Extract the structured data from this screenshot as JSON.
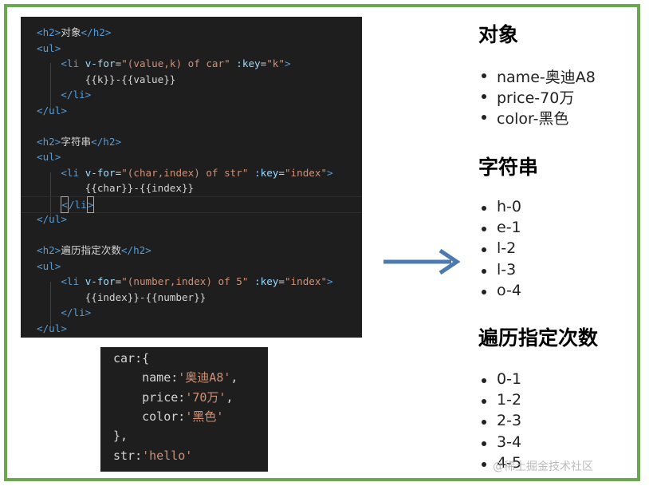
{
  "editor": {
    "lines": [
      [
        {
          "c": "tag",
          "t": "<h2>"
        },
        {
          "c": "txt",
          "t": "对象"
        },
        {
          "c": "tag",
          "t": "</h2>"
        }
      ],
      [
        {
          "c": "tag",
          "t": "<ul>"
        }
      ],
      [
        {
          "c": "txt",
          "t": "    "
        },
        {
          "c": "tag",
          "t": "<li "
        },
        {
          "c": "attr",
          "t": "v-for"
        },
        {
          "c": "txt",
          "t": "="
        },
        {
          "c": "str",
          "t": "\"(value,k) of car\""
        },
        {
          "c": "txt",
          "t": " "
        },
        {
          "c": "attr",
          "t": ":key"
        },
        {
          "c": "txt",
          "t": "="
        },
        {
          "c": "str",
          "t": "\"k\""
        },
        {
          "c": "tag",
          "t": ">"
        }
      ],
      [
        {
          "c": "txt",
          "t": "        {{k}}-{{value}}"
        }
      ],
      [
        {
          "c": "txt",
          "t": "    "
        },
        {
          "c": "tag",
          "t": "</li>"
        }
      ],
      [
        {
          "c": "tag",
          "t": "</ul>"
        }
      ],
      [],
      [
        {
          "c": "tag",
          "t": "<h2>"
        },
        {
          "c": "txt",
          "t": "字符串"
        },
        {
          "c": "tag",
          "t": "</h2>"
        }
      ],
      [
        {
          "c": "tag",
          "t": "<ul>"
        }
      ],
      [
        {
          "c": "txt",
          "t": "    "
        },
        {
          "c": "tag",
          "t": "<li "
        },
        {
          "c": "attr",
          "t": "v-for"
        },
        {
          "c": "txt",
          "t": "="
        },
        {
          "c": "str",
          "t": "\"(char,index) of str\""
        },
        {
          "c": "txt",
          "t": " "
        },
        {
          "c": "attr",
          "t": ":key"
        },
        {
          "c": "txt",
          "t": "="
        },
        {
          "c": "str",
          "t": "\"index\""
        },
        {
          "c": "tag",
          "t": ">"
        }
      ],
      [
        {
          "c": "txt",
          "t": "        {{char}}-{{index}}"
        }
      ],
      [
        {
          "c": "txt",
          "t": "    "
        },
        {
          "c": "cursor",
          "t": "<"
        },
        {
          "c": "tag",
          "t": "/li"
        },
        {
          "c": "cursor",
          "t": ">"
        }
      ],
      [
        {
          "c": "tag",
          "t": "</ul>"
        }
      ],
      [],
      [
        {
          "c": "tag",
          "t": "<h2>"
        },
        {
          "c": "txt",
          "t": "遍历指定次数"
        },
        {
          "c": "tag",
          "t": "</h2>"
        }
      ],
      [
        {
          "c": "tag",
          "t": "<ul>"
        }
      ],
      [
        {
          "c": "txt",
          "t": "    "
        },
        {
          "c": "tag",
          "t": "<li "
        },
        {
          "c": "attr",
          "t": "v-for"
        },
        {
          "c": "txt",
          "t": "="
        },
        {
          "c": "str",
          "t": "\"(number,index) of 5\""
        },
        {
          "c": "txt",
          "t": " "
        },
        {
          "c": "attr",
          "t": ":key"
        },
        {
          "c": "txt",
          "t": "="
        },
        {
          "c": "str",
          "t": "\"index\""
        },
        {
          "c": "tag",
          "t": ">"
        }
      ],
      [
        {
          "c": "txt",
          "t": "        {{index}}-{{number}}"
        }
      ],
      [
        {
          "c": "txt",
          "t": "    "
        },
        {
          "c": "tag",
          "t": "</li>"
        }
      ],
      [
        {
          "c": "tag",
          "t": "</ul>"
        }
      ]
    ]
  },
  "data_panel": {
    "lines": [
      [
        {
          "c": "key",
          "t": "car:{"
        }
      ],
      [
        {
          "c": "key",
          "t": "    name:"
        },
        {
          "c": "val",
          "t": "'奥迪A8'"
        },
        {
          "c": "key",
          "t": ","
        }
      ],
      [
        {
          "c": "key",
          "t": "    price:"
        },
        {
          "c": "val",
          "t": "'70万'"
        },
        {
          "c": "key",
          "t": ","
        }
      ],
      [
        {
          "c": "key",
          "t": "    color:"
        },
        {
          "c": "val",
          "t": "'黑色'"
        }
      ],
      [
        {
          "c": "key",
          "t": "},"
        }
      ],
      [
        {
          "c": "key",
          "t": "str:"
        },
        {
          "c": "val",
          "t": "'hello'"
        }
      ]
    ]
  },
  "result": {
    "sections": [
      {
        "heading": "对象",
        "items": [
          "name-奥迪A8",
          "price-70万",
          "color-黑色"
        ]
      },
      {
        "heading": "字符串",
        "items": [
          "h-0",
          "e-1",
          "l-2",
          "l-3",
          "o-4"
        ]
      },
      {
        "heading": "遍历指定次数",
        "items": [
          "0-1",
          "1-2",
          "2-3",
          "3-4",
          "4-5"
        ]
      }
    ]
  },
  "watermark": "@稀土掘金技术社区",
  "colors": {
    "frame_border": "#6aa84f",
    "arrow": "#4a7ab0",
    "editor_bg": "#1e1e1e",
    "tag": "#569cd6",
    "attribute": "#9cdcfe",
    "string": "#ce9178",
    "text": "#d4d4d4"
  }
}
